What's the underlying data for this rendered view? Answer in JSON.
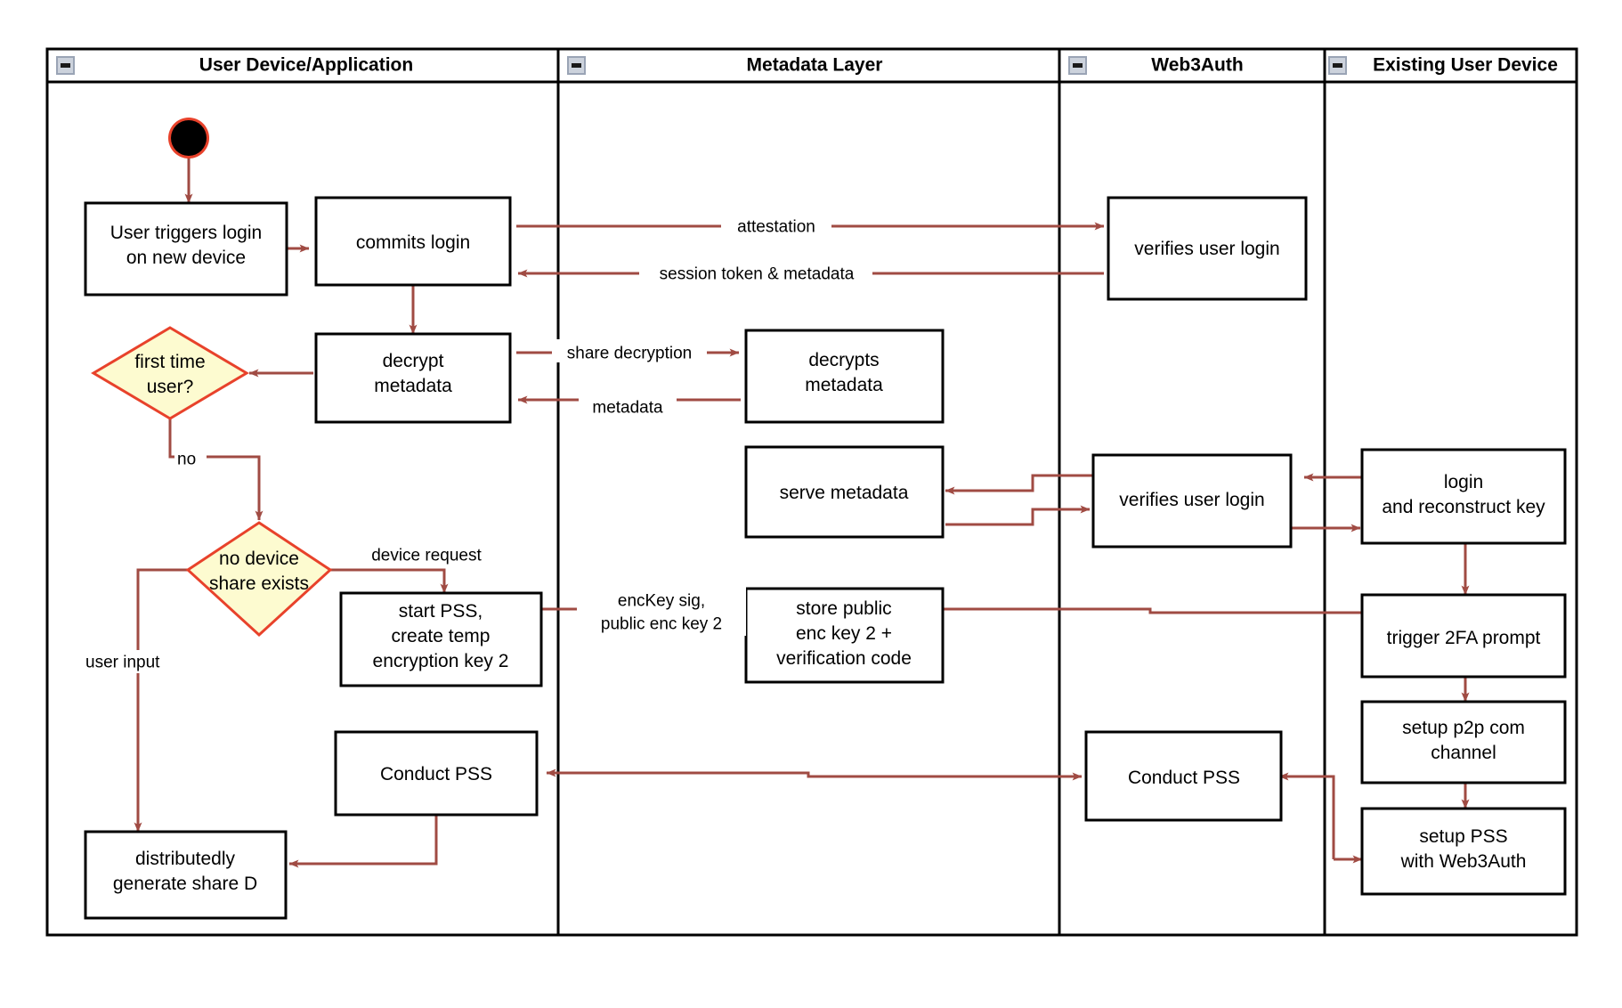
{
  "diagram": {
    "type": "swimlane-activity-flowchart",
    "colors": {
      "edge": "#a04b43",
      "decision_fill": "#fdfbd0",
      "decision_stroke": "#e8422b",
      "node_stroke": "#000000",
      "node_fill": "#ffffff",
      "start_node": "#000000",
      "start_node_ring": "#e8422b",
      "lane_border": "#000000",
      "collapse_icon": "#ccd2dc"
    },
    "lanes": [
      {
        "id": "lane-user-device",
        "title": "User Device/Application",
        "collapse_icon": "minus-icon"
      },
      {
        "id": "lane-metadata",
        "title": "Metadata Layer",
        "collapse_icon": "minus-icon"
      },
      {
        "id": "lane-web3auth",
        "title": "Web3Auth",
        "collapse_icon": "minus-icon"
      },
      {
        "id": "lane-existing-device",
        "title": "Existing User Device",
        "collapse_icon": "minus-icon"
      }
    ],
    "nodes": [
      {
        "id": "start",
        "shape": "start-circle",
        "lane": "lane-user-device",
        "lines": []
      },
      {
        "id": "user-triggers-login",
        "shape": "rect",
        "lane": "lane-user-device",
        "lines": [
          "User triggers login",
          "on new device"
        ]
      },
      {
        "id": "commits-login",
        "shape": "rect",
        "lane": "lane-user-device",
        "lines": [
          "commits login"
        ]
      },
      {
        "id": "decrypt-metadata",
        "shape": "rect",
        "lane": "lane-user-device",
        "lines": [
          "decrypt",
          "metadata"
        ]
      },
      {
        "id": "first-time-user",
        "shape": "diamond",
        "lane": "lane-user-device",
        "lines": [
          "first time",
          "user?"
        ]
      },
      {
        "id": "no-device-share-exists",
        "shape": "diamond",
        "lane": "lane-user-device",
        "lines": [
          "no device",
          "share exists"
        ]
      },
      {
        "id": "start-pss-create-temp-key",
        "shape": "rect",
        "lane": "lane-user-device",
        "lines": [
          "start PSS,",
          "create temp",
          "encryption key 2"
        ]
      },
      {
        "id": "conduct-pss-user",
        "shape": "rect",
        "lane": "lane-user-device",
        "lines": [
          "Conduct PSS"
        ]
      },
      {
        "id": "distributedly-generate-share-d",
        "shape": "rect",
        "lane": "lane-user-device",
        "lines": [
          "distributedly",
          "generate share D"
        ]
      },
      {
        "id": "decrypts-metadata",
        "shape": "rect",
        "lane": "lane-metadata",
        "lines": [
          "decrypts",
          "metadata"
        ]
      },
      {
        "id": "serve-metadata",
        "shape": "rect",
        "lane": "lane-metadata",
        "lines": [
          "serve metadata"
        ]
      },
      {
        "id": "store-public-enc-key",
        "shape": "rect",
        "lane": "lane-metadata",
        "lines": [
          "store public",
          "enc key 2 +",
          "verification code"
        ]
      },
      {
        "id": "verifies-user-login-top",
        "shape": "rect",
        "lane": "lane-web3auth",
        "lines": [
          "verifies user login"
        ]
      },
      {
        "id": "verifies-user-login-mid",
        "shape": "rect",
        "lane": "lane-web3auth",
        "lines": [
          "verifies user login"
        ]
      },
      {
        "id": "conduct-pss-web3auth",
        "shape": "rect",
        "lane": "lane-web3auth",
        "lines": [
          "Conduct PSS"
        ]
      },
      {
        "id": "login-and-reconstruct-key",
        "shape": "rect",
        "lane": "lane-existing-device",
        "lines": [
          "login",
          "and reconstruct key"
        ]
      },
      {
        "id": "trigger-2fa-prompt",
        "shape": "rect",
        "lane": "lane-existing-device",
        "lines": [
          "trigger 2FA prompt"
        ]
      },
      {
        "id": "setup-p2p-com-channel",
        "shape": "rect",
        "lane": "lane-existing-device",
        "lines": [
          "setup p2p com",
          "channel"
        ]
      },
      {
        "id": "setup-pss-with-web3auth",
        "shape": "rect",
        "lane": "lane-existing-device",
        "lines": [
          "setup PSS",
          "with Web3Auth"
        ]
      }
    ],
    "edge_labels": [
      {
        "id": "attestation",
        "text": "attestation"
      },
      {
        "id": "session-token-metadata",
        "text": "session token & metadata"
      },
      {
        "id": "share-decryption",
        "text": "share decryption"
      },
      {
        "id": "metadata",
        "text": "metadata"
      },
      {
        "id": "no",
        "text": "no"
      },
      {
        "id": "device-request",
        "text": "device request"
      },
      {
        "id": "user-input",
        "text": "user input"
      },
      {
        "id": "enckey-sig-line1",
        "text": "encKey sig,"
      },
      {
        "id": "enckey-sig-line2",
        "text": "public enc key 2"
      }
    ]
  }
}
